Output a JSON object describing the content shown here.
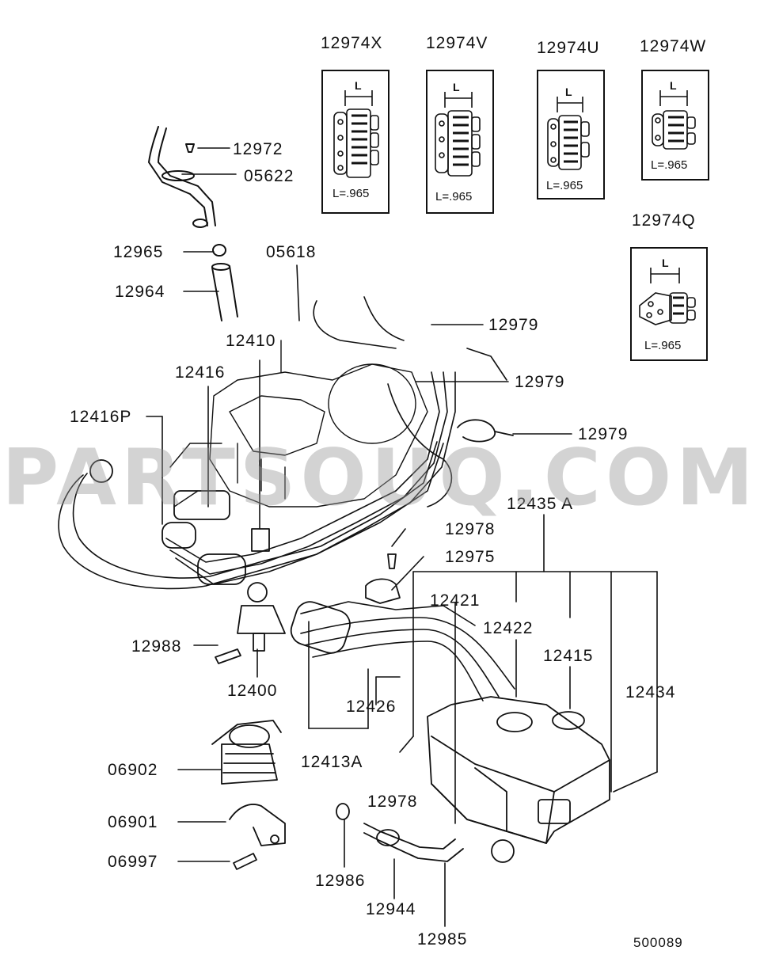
{
  "diagram": {
    "watermark": "PARTSOUQ.COM",
    "reference_code": "500089",
    "inset_boxes": [
      {
        "part": "12974X",
        "dim_label": "L",
        "length": "L=.965"
      },
      {
        "part": "12974V",
        "dim_label": "L",
        "length": "L=.965"
      },
      {
        "part": "12974U",
        "dim_label": "L",
        "length": "L=.965"
      },
      {
        "part": "12974W",
        "dim_label": "L",
        "length": "L=.965"
      },
      {
        "part": "12974Q",
        "dim_label": "L",
        "length": "L=.965"
      }
    ],
    "callouts": [
      "12972",
      "05622",
      "12965",
      "12964",
      "05618",
      "12979",
      "12979",
      "12979",
      "12410",
      "12416",
      "12416P",
      "12435 A",
      "12978",
      "12975",
      "12421",
      "12422",
      "12415",
      "12434",
      "12988",
      "12400",
      "12426",
      "12413A",
      "12978",
      "06902",
      "06901",
      "06997",
      "12986",
      "12944",
      "12985"
    ]
  }
}
